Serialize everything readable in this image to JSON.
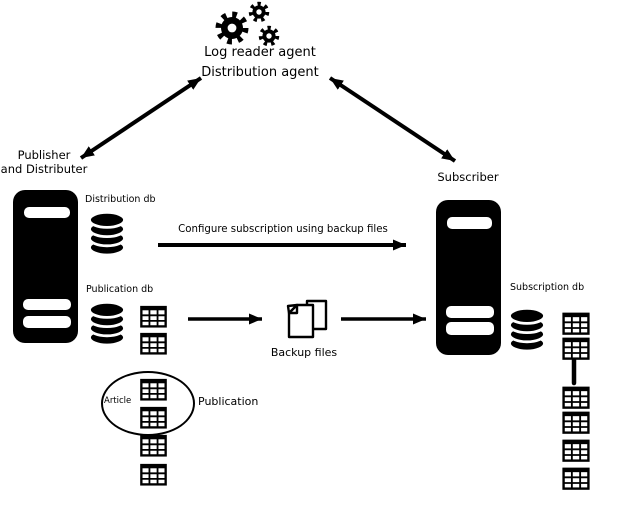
{
  "colors": {
    "ink": "#000000",
    "background": "#ffffff"
  },
  "agents": {
    "icon": "gears-icon",
    "log_reader_label": "Log reader agent",
    "distribution_label": "Distribution agent"
  },
  "publisher": {
    "icon": "server-tower-icon",
    "title_line1": "Publisher",
    "title_line2": "and Distributer",
    "distribution_db_label": "Distribution db",
    "publication_db_label": "Publication db"
  },
  "subscriber": {
    "icon": "server-tower-icon",
    "title": "Subscriber",
    "subscription_db_label": "Subscription db"
  },
  "flow": {
    "configure_label": "Configure subscription using backup files",
    "backup_files_label": "Backup files",
    "backup_icon": "backup-files-icon"
  },
  "publication": {
    "article_label": "Article",
    "publication_label": "Publication"
  },
  "icons": {
    "database": "database-cylinder-icon",
    "table": "table-grid-icon"
  },
  "connections": [
    {
      "from": "publisher-distributer",
      "to": "replication-agents",
      "direction": "bidirectional"
    },
    {
      "from": "replication-agents",
      "to": "subscriber",
      "direction": "bidirectional"
    },
    {
      "from": "publisher-distributer",
      "to": "subscriber",
      "direction": "one-way",
      "label_ref": "flow.configure_label"
    },
    {
      "from": "publication-db",
      "to": "backup-files",
      "direction": "one-way"
    },
    {
      "from": "backup-files",
      "to": "subscriber",
      "direction": "one-way"
    }
  ]
}
